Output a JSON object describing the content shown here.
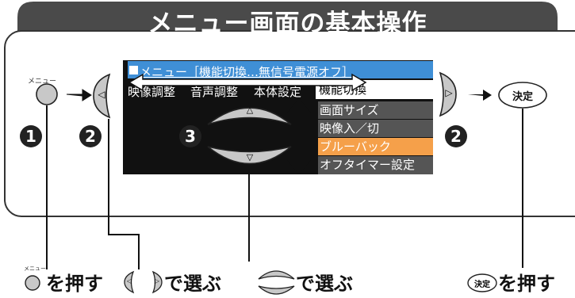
{
  "title": "メニュー画面の基本操作",
  "menu": {
    "header": "メニュー［機能切換…無信号電源オフ］",
    "tabs": [
      "映像調整",
      "音声調整",
      "本体設定"
    ],
    "active_tab": "機能切換",
    "items": [
      "画面サイズ",
      "映像入／切",
      "ブルーバック",
      "オフタイマー設定"
    ],
    "selected_index": 2
  },
  "remote": {
    "menu_label": "メニュー",
    "enter_label": "決定",
    "left_arrow": "◁",
    "right_arrow": "▷",
    "up_arrow": "△",
    "down_arrow": "▽"
  },
  "steps": {
    "n1": "1",
    "n2a": "2",
    "n3": "3",
    "n2b": "2"
  },
  "captions": {
    "press_menu": "を押す",
    "select_lr": "で選ぶ",
    "select_ud": "で選ぶ",
    "press_enter": "を押す"
  },
  "colors": {
    "banner": "#4a4a4a",
    "menu_header": "#3f8fd6",
    "menu_bg": "#111111",
    "item_bg": "#555555",
    "item_selected": "#f5a04a",
    "button_gray": "#c8c8c8"
  }
}
